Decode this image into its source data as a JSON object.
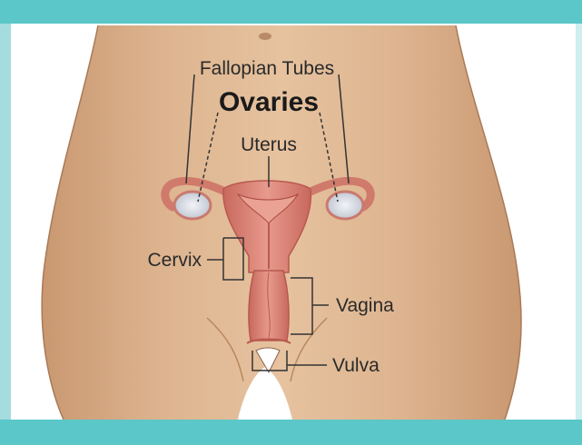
{
  "labels": {
    "fallopian_tubes": "Fallopian Tubes",
    "ovaries": "Ovaries",
    "uterus": "Uterus",
    "cervix": "Cervix",
    "vagina": "Vagina",
    "vulva": "Vulva"
  },
  "colors": {
    "teal_band": "#5bc7c9",
    "frame_teal": "#a5dcde",
    "skin": "#dcb18c",
    "skin_shadow": "#c99871",
    "organ": "#d98578",
    "organ_dark": "#b8584f",
    "ovary": "#d8dce6",
    "line": "#333333"
  }
}
